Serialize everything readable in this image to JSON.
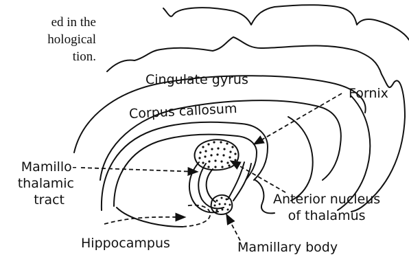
{
  "text_fragment": {
    "lines": [
      "ed in the",
      "hological",
      "tion."
    ]
  },
  "labels": {
    "cingulate_gyrus": "Cingulate gyrus",
    "corpus_callosum": "Corpus callosum",
    "fornix": "Fornix",
    "mamillothalamic_tract": [
      "Mamillo-",
      "thalamic",
      "tract"
    ],
    "anterior_nucleus": [
      "Anterior nucleus",
      "of thalamus"
    ],
    "hippocampus": "Hippocampus",
    "mamillary_body": "Mamillary body"
  },
  "colors": {
    "ink": "#111111",
    "background": "#ffffff"
  }
}
